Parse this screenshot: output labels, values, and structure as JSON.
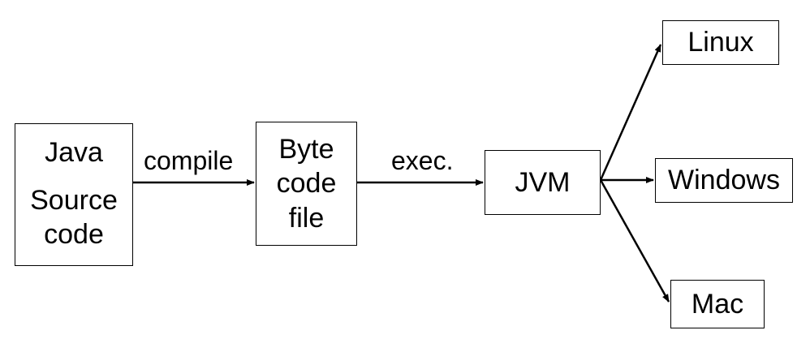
{
  "nodes": {
    "java": {
      "lines": [
        "Java",
        "Source",
        "code"
      ]
    },
    "bytecode": {
      "lines": [
        "Byte",
        "code",
        "file"
      ]
    },
    "jvm": {
      "label": "JVM"
    },
    "linux": {
      "label": "Linux"
    },
    "windows": {
      "label": "Windows"
    },
    "mac": {
      "label": "Mac"
    }
  },
  "edges": {
    "compile": {
      "label": "compile"
    },
    "exec": {
      "label": "exec."
    }
  },
  "colors": {
    "stroke": "#000000",
    "background": "#ffffff"
  }
}
